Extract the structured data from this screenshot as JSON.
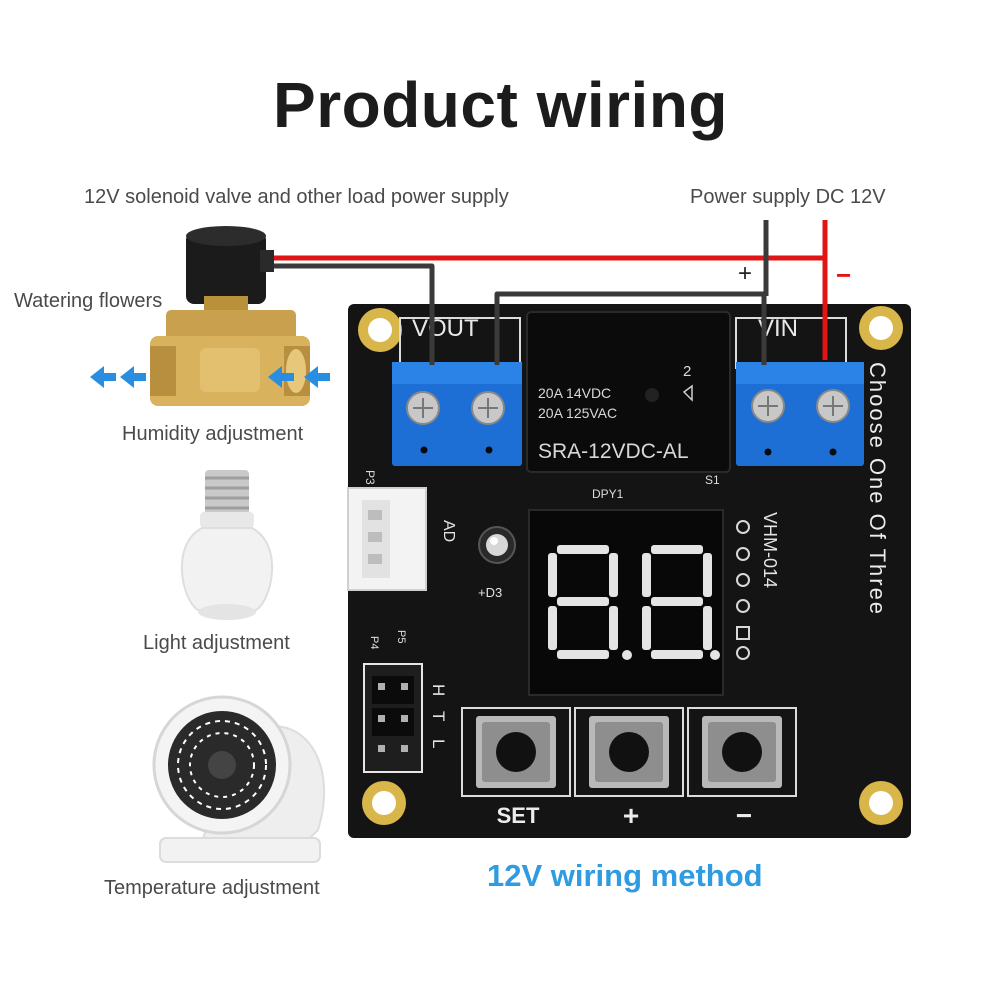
{
  "title": "Product wiring",
  "labels": {
    "load_supply": "12V solenoid valve and other load power supply",
    "power_supply": "Power supply DC 12V",
    "plus_sign": "+",
    "minus_sign": "−",
    "watering": "Watering flowers",
    "humidity": "Humidity adjustment",
    "light": "Light adjustment",
    "temperature": "Temperature adjustment",
    "caption": "12V wiring method"
  },
  "board": {
    "vout": "VOUT",
    "vin": "VIN",
    "relay_line1": "20A 14VDC",
    "relay_line2": "20A 125VAC",
    "relay_model": "SRA-12VDC-AL",
    "relay_num": "2",
    "dpy": "DPY1",
    "s1": "S1",
    "d3": "+D3",
    "ad": "AD",
    "p3": "P3",
    "model": "VHM-014",
    "side_text": "Choose One Of Three",
    "p4": "P4",
    "p5": "P5",
    "jumper_h": "H",
    "jumper_t": "T",
    "jumper_l": "L",
    "btn_set": "SET",
    "btn_plus": "+",
    "btn_minus": "−",
    "display": "88"
  },
  "colors": {
    "wire_red": "#e01515",
    "wire_black": "#3a3a3a",
    "board": "#141414",
    "terminal": "#1d6fd6",
    "segment": "#e9e9e9",
    "arrow": "#2a8ee0",
    "caption": "#2f9be0"
  }
}
